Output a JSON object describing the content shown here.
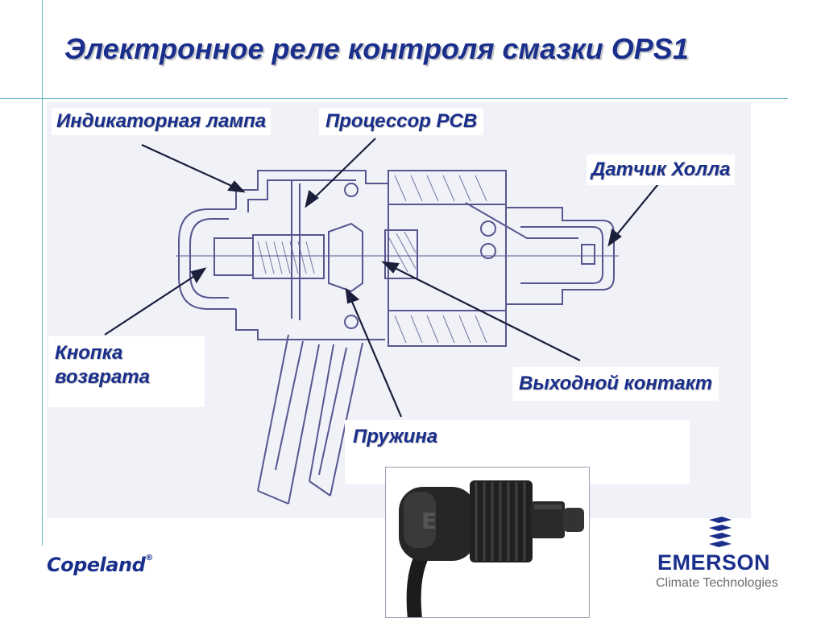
{
  "slide": {
    "title": "Электронное реле контроля смазки OPS1"
  },
  "labels": {
    "lamp": "Индикаторная лампа",
    "pcb": "Процессор PCB",
    "hall": "Датчик Холла",
    "reset": "Кнопка возврата",
    "output": "Выходной контакт",
    "spring": "Пружина"
  },
  "footer": {
    "copeland_logo": "Copeland",
    "emerson_logo": "EMERSON",
    "emerson_sub": "Climate Technologies"
  },
  "colors": {
    "accent_line": "#5fb9c2",
    "title_blue": "#1a2f8c",
    "drawing_line": "#5a5590",
    "drawing_bg": "#f1f2f8"
  }
}
